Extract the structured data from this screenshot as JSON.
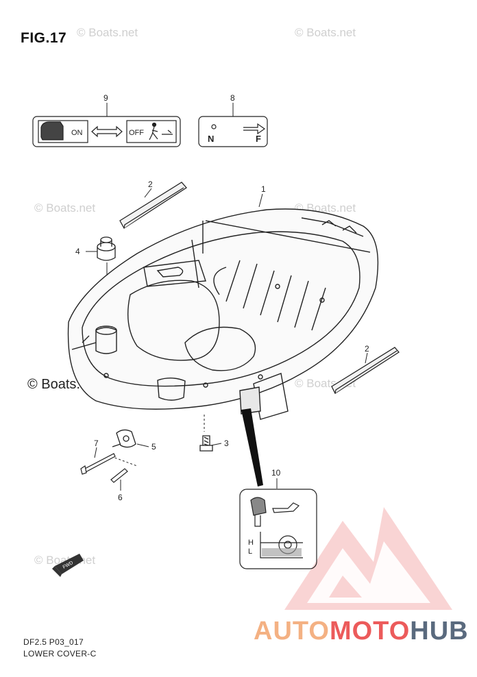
{
  "figure": {
    "title": "FIG.17",
    "code": "DF2.5 P03_017",
    "name": "LOWER COVER-C"
  },
  "watermarks": {
    "text": "© Boats.net"
  },
  "callouts": {
    "c1": "1",
    "c2a": "2",
    "c2b": "2",
    "c3": "3",
    "c4": "4",
    "c5": "5",
    "c6": "6",
    "c7": "7",
    "c8": "8",
    "c9": "9",
    "c10": "10"
  },
  "label_9": {
    "on": "ON",
    "off": "OFF"
  },
  "label_8": {
    "neutral": "N",
    "forward": "F"
  },
  "label_10": {
    "high": "H",
    "low": "L"
  },
  "fwd_arrow": "FWD",
  "brand": {
    "part1": "AUTO",
    "part2": "MOTO",
    "part3": "HUB"
  },
  "colors": {
    "line": "#222222",
    "watermark": "#cfcfcf",
    "brand_orange": "#f4b183",
    "brand_red": "#ec5b5b",
    "brand_slate": "#5a6a7e"
  }
}
